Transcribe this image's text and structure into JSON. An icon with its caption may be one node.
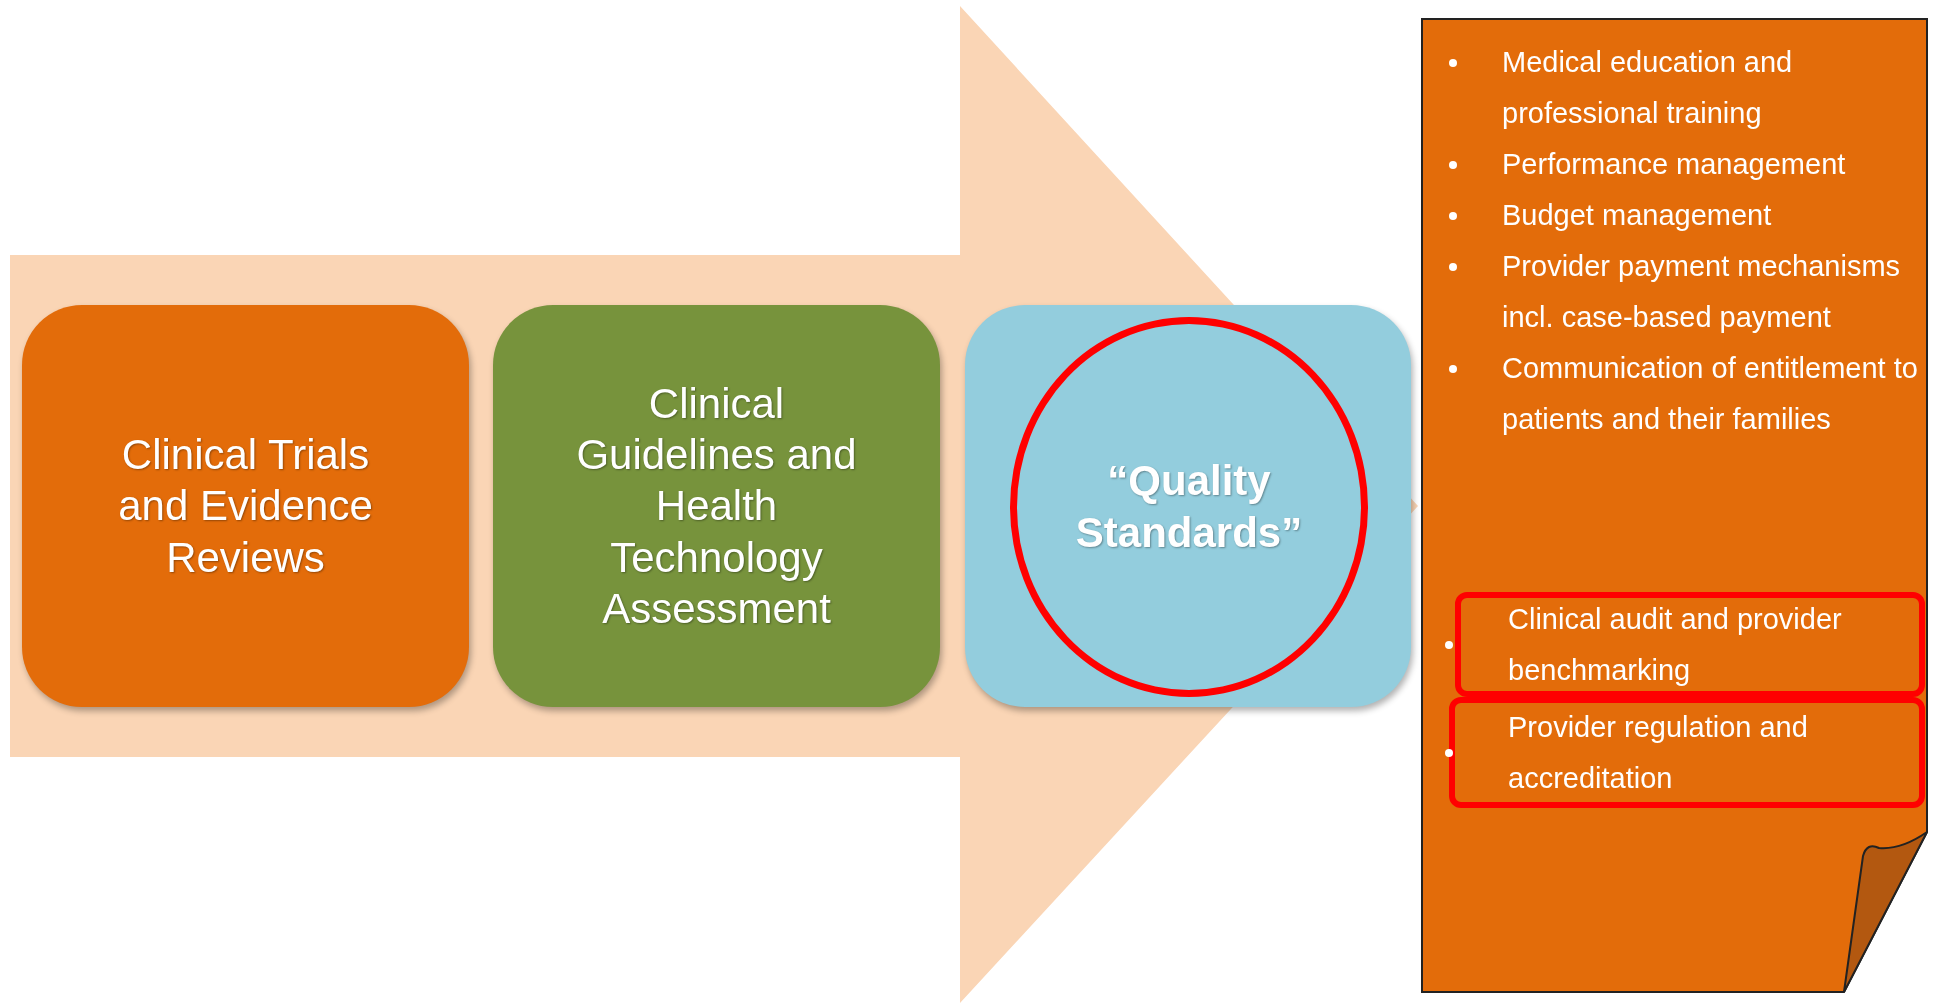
{
  "diagram": {
    "nodes": [
      {
        "text": [
          "Clinical Trials and Evidence Reviews"
        ]
      },
      {
        "text": [
          "Clinical Guidelines and Health Technology Assessment"
        ]
      },
      {
        "text": [],
        "shape": "box"
      },
      {
        "text": [
          "“Quality Standards”"
        ],
        "in": 2
      },
      {
        "text": [
          "Medical education and professional training",
          "Performance management",
          "Budget management",
          "Provider payment mechanisms incl. case-based payment",
          "Communication of entitlement to patients and their families"
        ]
      },
      {
        "text": [
          "Clinical audit and provider benchmarking"
        ],
        "in": 4
      },
      {
        "text": [
          "Provider regulation and accreditation"
        ],
        "in": 4
      }
    ],
    "edges": [
      {
        "from": 0,
        "to": 2,
        "arrow": "to",
        "style": "thick"
      }
    ]
  }
}
